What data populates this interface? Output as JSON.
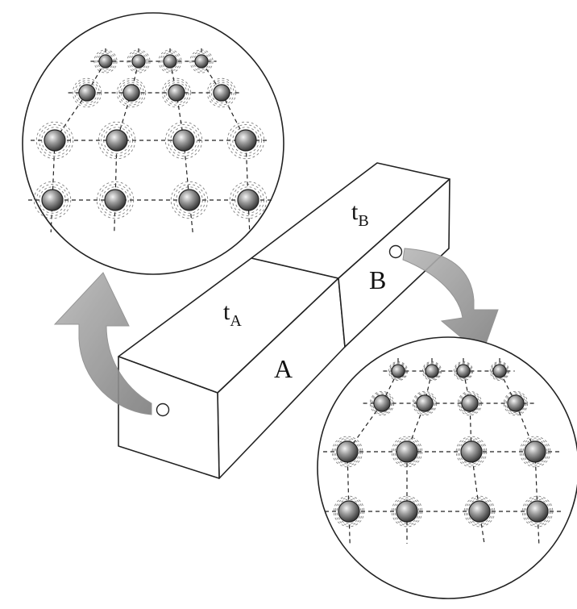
{
  "labels": {
    "face_a": "A",
    "face_b": "B",
    "temp_a_base": "t",
    "temp_a_sub": "A",
    "temp_b_base": "t",
    "temp_b_sub": "B"
  },
  "lattice_top": {
    "rows": 4,
    "cols": 4
  },
  "lattice_bottom": {
    "rows": 4,
    "cols": 4
  },
  "colors": {
    "ink": "#222222",
    "arrow": "#9a9a9a",
    "atom_shade": "#5a5a5a"
  }
}
